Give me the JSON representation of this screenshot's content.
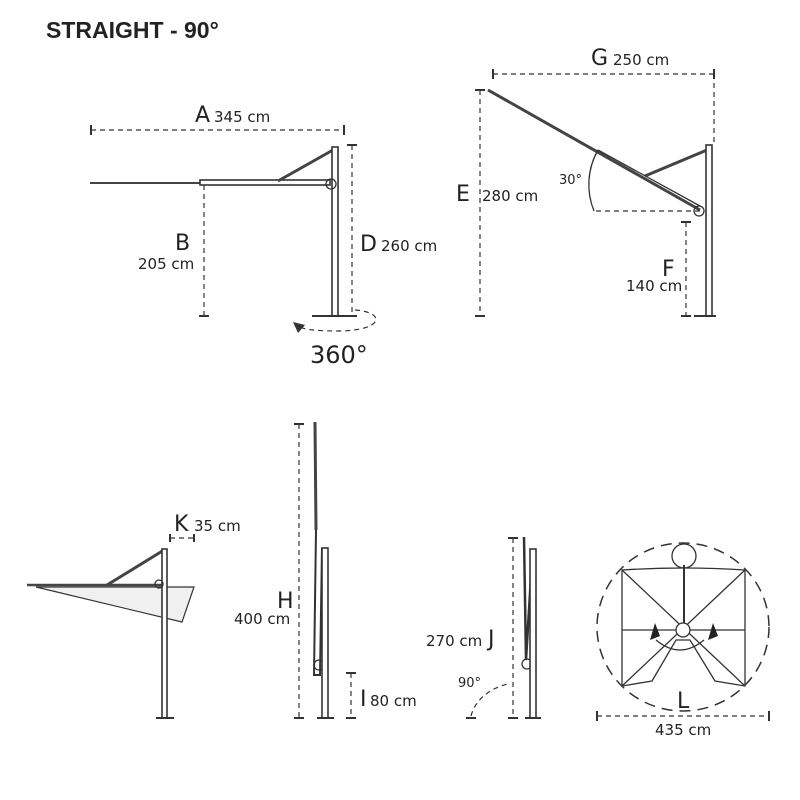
{
  "title": "STRAIGHT - 90°",
  "dimensions": {
    "A": {
      "letter": "A",
      "value": "345 cm"
    },
    "B": {
      "letter": "B",
      "value": "205 cm"
    },
    "D": {
      "letter": "D",
      "value": "260 cm"
    },
    "rotation": "360°",
    "G": {
      "letter": "G",
      "value": "250 cm"
    },
    "E": {
      "letter": "E",
      "value": "280 cm"
    },
    "tilt": "30°",
    "F": {
      "letter": "F",
      "value": "140 cm"
    },
    "K": {
      "letter": "K",
      "value": "35 cm"
    },
    "H": {
      "letter": "H",
      "value": "400 cm"
    },
    "I": {
      "letter": "I",
      "value": "80 cm"
    },
    "J": {
      "letter": "J",
      "value": "270 cm"
    },
    "fold_angle": "90°",
    "L": {
      "letter": "L",
      "value": "435 cm"
    }
  },
  "colors": {
    "line": "#333333",
    "canopy_fill": "#f0f0f0"
  }
}
